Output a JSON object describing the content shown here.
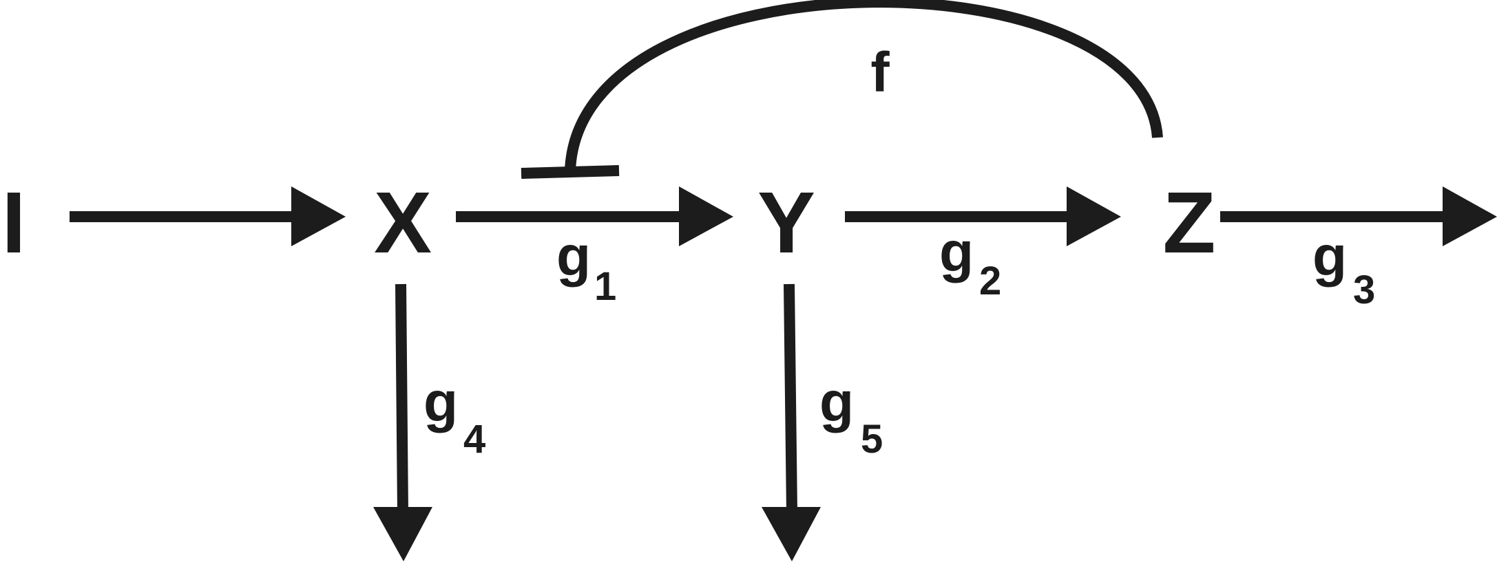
{
  "nodes": {
    "i": "I",
    "x": "X",
    "y": "Y",
    "z": "Z"
  },
  "edges": {
    "f": {
      "label": "f"
    },
    "g1": {
      "label": "g",
      "sub": "1"
    },
    "g2": {
      "label": "g",
      "sub": "2"
    },
    "g3": {
      "label": "g",
      "sub": "3"
    },
    "g4": {
      "label": "g",
      "sub": "4"
    },
    "g5": {
      "label": "g",
      "sub": "5"
    }
  },
  "colors": {
    "ink": "#1c1c1c",
    "background": "#ffffff"
  }
}
